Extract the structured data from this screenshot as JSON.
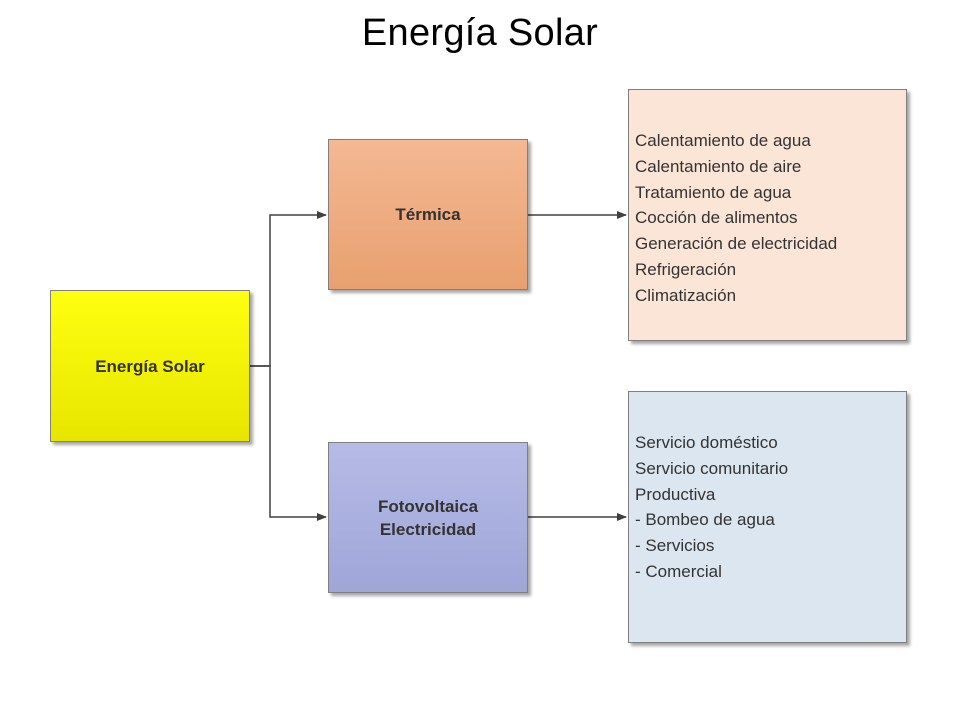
{
  "title": "Energía Solar",
  "nodes": {
    "solar": "Energía Solar",
    "termica": "Térmica",
    "fotovoltaica_line1": "Fotovoltaica",
    "fotovoltaica_line2": "Electricidad"
  },
  "termica_uses": [
    "Calentamiento de agua",
    "Calentamiento de aire",
    "Tratamiento de agua",
    "Cocción de alimentos",
    "Generación de electricidad",
    "Refrigeración",
    "Climatización"
  ],
  "fotovoltaica_uses": [
    "Servicio doméstico",
    "Servicio comunitario",
    "Productiva",
    "- Bombeo de agua",
    "- Servicios",
    "- Comercial"
  ],
  "colors": {
    "solar": "#ffff00",
    "termica": "#f0ad82",
    "fotovoltaica": "#aab0de",
    "termica_list": "#fbe5d6",
    "fotovoltaica_list": "#dbe6f1"
  }
}
